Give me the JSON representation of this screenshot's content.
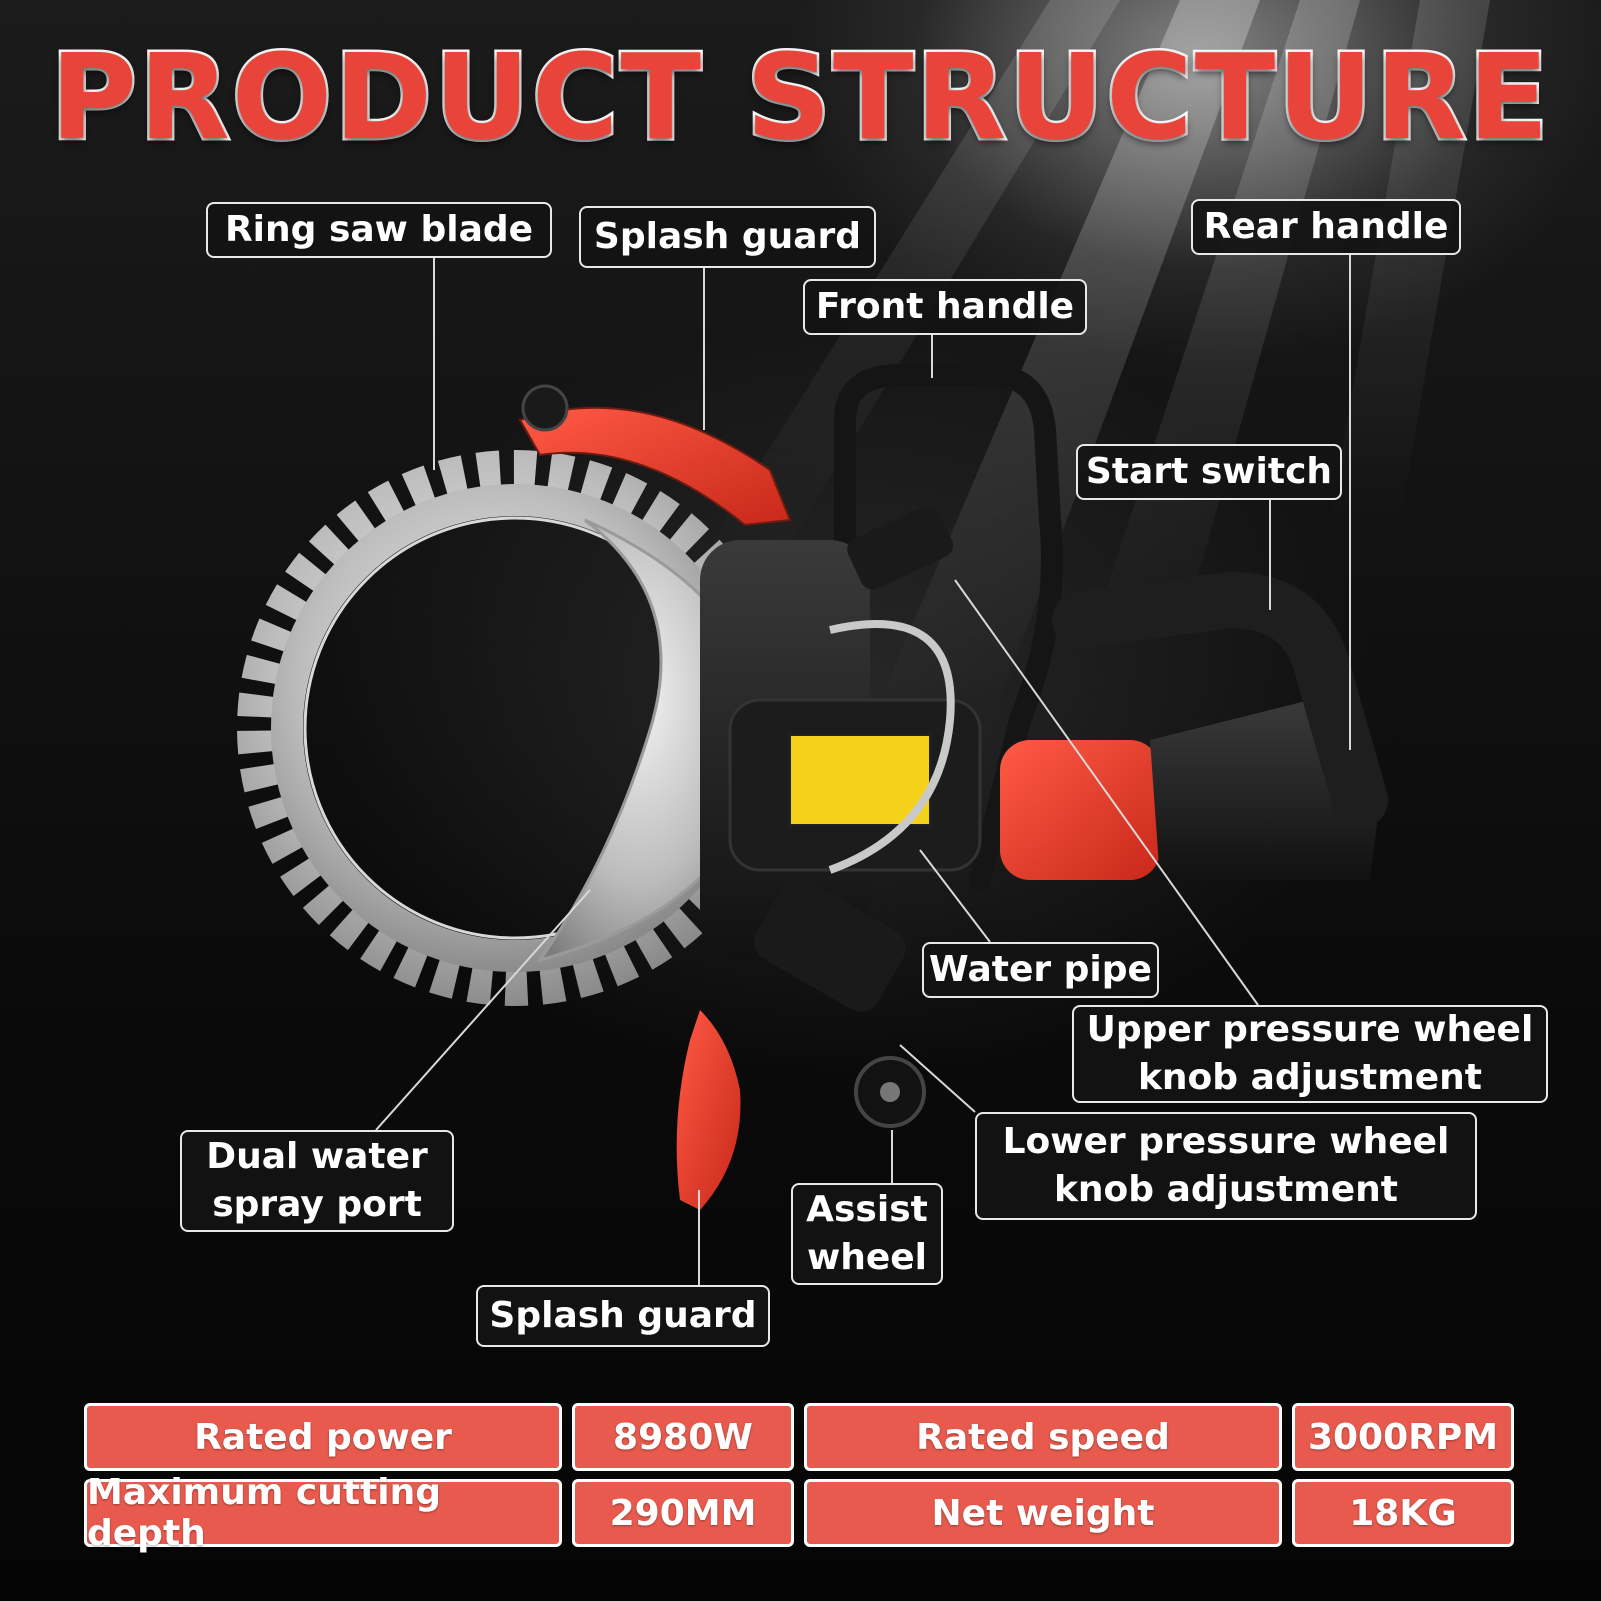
{
  "title": "PRODUCT STRUCTURE",
  "labels": {
    "ring_saw_blade": "Ring saw blade",
    "splash_guard_top": "Splash guard",
    "rear_handle": "Rear handle",
    "front_handle": "Front handle",
    "start_switch": "Start switch",
    "water_pipe": "Water pipe",
    "upper_pressure_wheel": "Upper pressure wheel\nknob adjustment",
    "lower_pressure_wheel": "Lower pressure wheel\nknob adjustment",
    "dual_water_spray_port": "Dual water\nspray port",
    "assist_wheel": "Assist\nwheel",
    "splash_guard_bottom": "Splash guard"
  },
  "specs": {
    "rated_power_label": "Rated power",
    "rated_power_value": "8980W",
    "rated_speed_label": "Rated speed",
    "rated_speed_value": "3000RPM",
    "max_depth_label": "Maximum cutting depth",
    "max_depth_value": "290MM",
    "net_weight_label": "Net weight",
    "net_weight_value": "18KG"
  },
  "colors": {
    "title_red": "#e9443a",
    "cell_red": "#e85a4e",
    "tool_red": "#e8402f",
    "label_bg": "#141414"
  }
}
